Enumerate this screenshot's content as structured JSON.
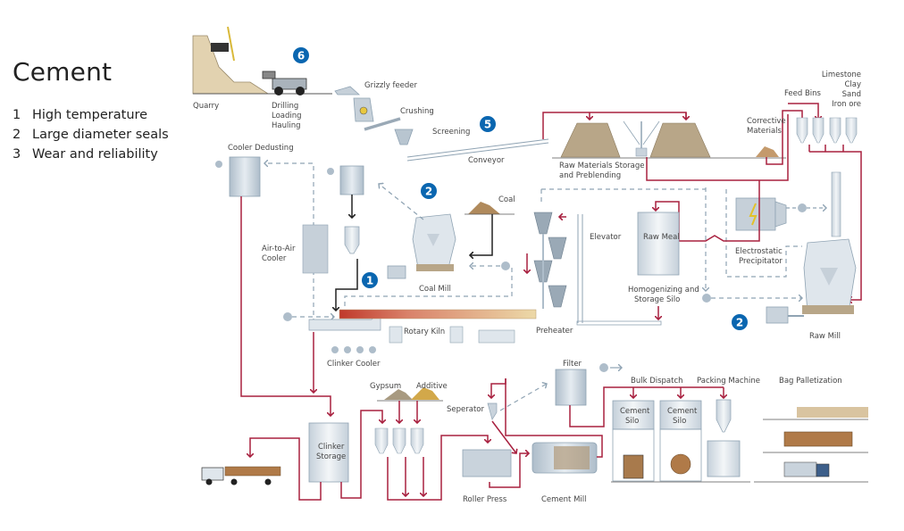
{
  "title": "Cement",
  "legend": [
    {
      "num": "1",
      "label": "High temperature"
    },
    {
      "num": "2",
      "label": "Large diameter seals"
    },
    {
      "num": "3",
      "label": "Wear and reliability"
    }
  ],
  "colors": {
    "badge": "#0a66b0",
    "material_flow": "#a8203f",
    "gas_flow": "#8fa3b3",
    "equipment": "#c9d3dc",
    "pile": "#b8a688"
  },
  "badges": {
    "quarry": "6",
    "screening": "5",
    "coal_mill": "2",
    "kiln": "1",
    "raw_mill": "2"
  },
  "labels": {
    "quarry": "Quarry",
    "drilling": "Drilling",
    "loading": "Loading",
    "hauling": "Hauling",
    "grizzly_feeder": "Grizzly feeder",
    "crushing": "Crushing",
    "screening": "Screening",
    "conveyor": "Conveyor",
    "raw_storage_1": "Raw Materials Storage",
    "raw_storage_2": "and Preblending",
    "corrective_1": "Corrective",
    "corrective_2": "Materials",
    "feed_bins": "Feed Bins",
    "limestone": "Limestone",
    "clay": "Clay",
    "sand": "Sand",
    "iron_ore": "Iron ore",
    "cooler_dedusting": "Cooler Dedusting",
    "air_cooler_1": "Air-to-Air",
    "air_cooler_2": "Cooler",
    "coal": "Coal",
    "coal_mill": "Coal Mill",
    "elevator": "Elevator",
    "raw_meal": "Raw Meal",
    "homogenizing_1": "Homogenizing and",
    "homogenizing_2": "Storage Silo",
    "electrostatic_1": "Electrostatic",
    "electrostatic_2": "Precipitator",
    "raw_mill": "Raw Mill",
    "rotary_kiln": "Rotary Kiln",
    "preheater": "Preheater",
    "clinker_cooler": "Clinker Cooler",
    "gypsum": "Gypsum",
    "additive": "Additive",
    "seperator": "Seperator",
    "filter": "Filter",
    "bulk_dispatch": "Bulk Dispatch",
    "packing_machine": "Packing Machine",
    "bag_palletization": "Bag Palletization",
    "cement_silo_1a": "Cement",
    "cement_silo_1b": "Silo",
    "cement_silo_2a": "Cement",
    "cement_silo_2b": "Silo",
    "clinker_storage_1": "Clinker",
    "clinker_storage_2": "Storage",
    "roller_press": "Roller Press",
    "cement_mill": "Cement  Mill"
  }
}
